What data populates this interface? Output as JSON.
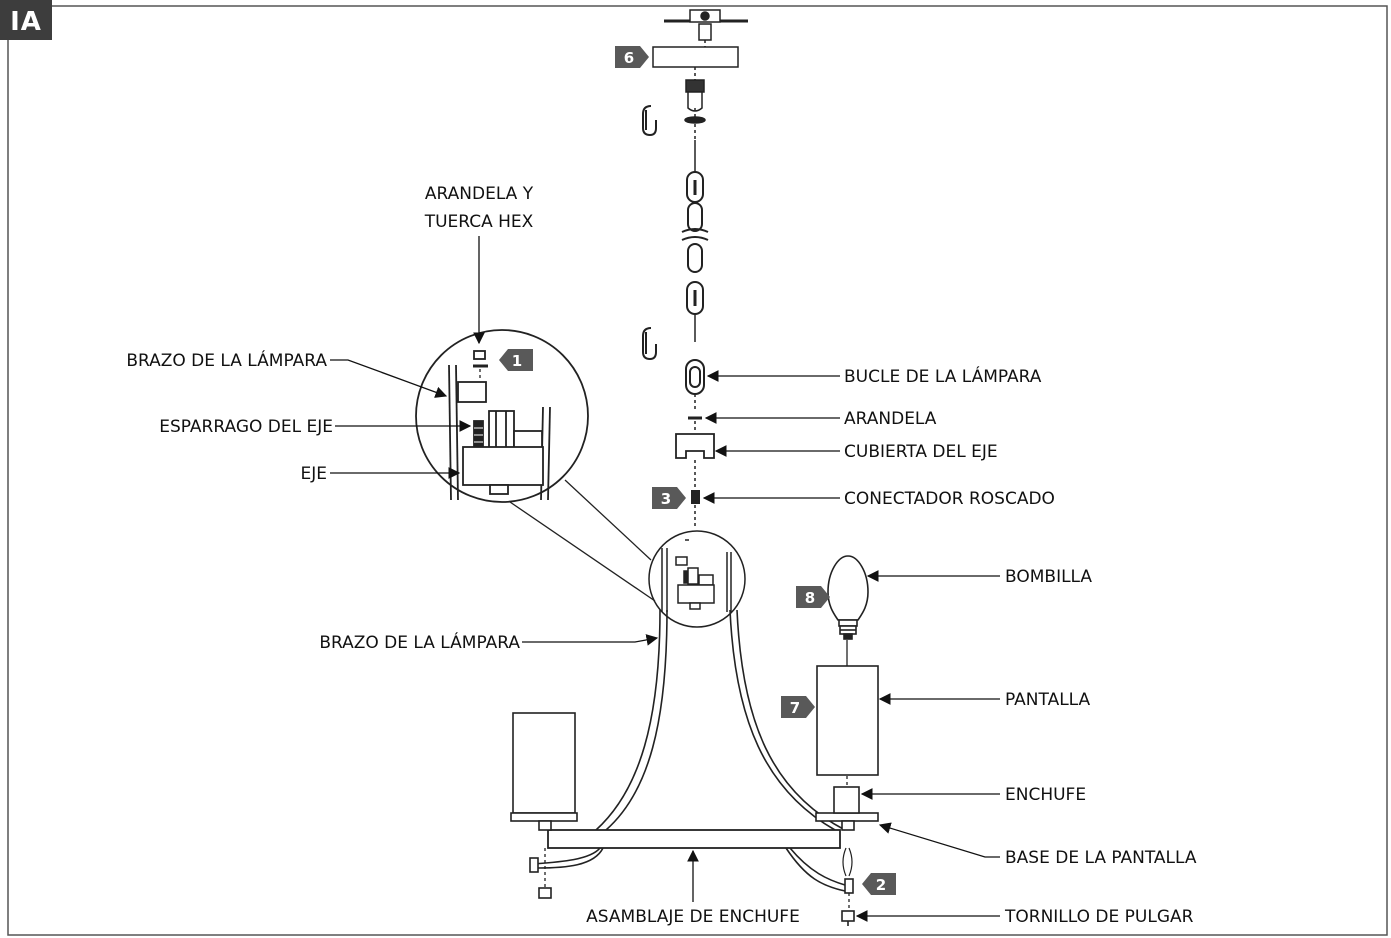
{
  "figure_tag": "IA",
  "callouts": {
    "washer_hex_nut_line1": "ARANDELA Y",
    "washer_hex_nut_line2": "TUERCA HEX",
    "lamp_arm_detail": "BRAZO DE LA LÁMPARA",
    "axis_stud": "ESPARRAGO DEL EJE",
    "axis": "EJE",
    "lamp_arm_main": "BRAZO DE LA LÁMPARA",
    "lamp_loop": "BUCLE DE LA LÁMPARA",
    "washer": "ARANDELA",
    "axis_cover": "CUBIERTA DEL EJE",
    "threaded_connector": "CONECTADOR ROSCADO",
    "bulb": "BOMBILLA",
    "shade": "PANTALLA",
    "socket": "ENCHUFE",
    "shade_base": "BASE DE LA PANTALLA",
    "socket_assembly": "ASAMBLAJE DE ENCHUFE",
    "thumb_screw": "TORNILLO DE PULGAR"
  },
  "step_badges": {
    "step_1": "1",
    "step_2": "2",
    "step_3": "3",
    "step_6": "6",
    "step_7": "7",
    "step_8": "8"
  },
  "colors": {
    "line": "#222222",
    "badge": "#595959",
    "tag": "#3d3d3d"
  }
}
